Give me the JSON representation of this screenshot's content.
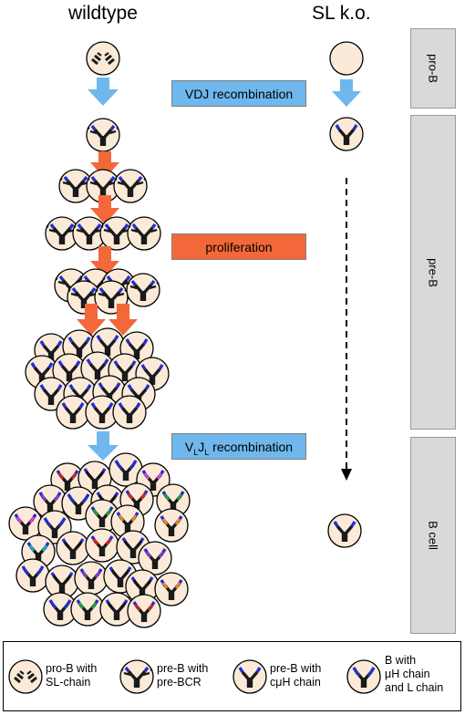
{
  "columns": {
    "wildtype": "wildtype",
    "ko": "SL k.o."
  },
  "steps": [
    {
      "label": "VDJ recombination",
      "color": "#6fb7ec"
    },
    {
      "label": "proliferation",
      "color": "#f3683a"
    },
    {
      "label_main": "V",
      "sub1": "L",
      "mid": "J",
      "sub2": "L",
      "tail": " recombination",
      "color": "#6fb7ec"
    }
  ],
  "stages": [
    {
      "label": "pro-B"
    },
    {
      "label": "pre-B"
    },
    {
      "label": "B cell"
    }
  ],
  "legend": [
    {
      "icon": "pro-b-cell-icon",
      "line1": "pro-B with",
      "line2": "SL-chain"
    },
    {
      "icon": "pre-b-bcr-cell-icon",
      "line1": "pre-B with",
      "line2": "pre-BCR"
    },
    {
      "icon": "pre-b-cmu-cell-icon",
      "line1": "pre-B with",
      "line2_pre": "c",
      "line2_mu": "μ",
      "line2_post": "H chain"
    },
    {
      "icon": "b-cell-icon",
      "line1": "B with",
      "line2_mu": "μ",
      "line2_post": "H chain",
      "line3": "and L chain"
    }
  ],
  "colors": {
    "cell_fill": "#fbead8",
    "heavy_chain": "#1a1a1a",
    "variable_region": "#1f2fd0",
    "blue_arrow": "#6fb7ec",
    "orange_arrow": "#f3683a",
    "stage_bar": "#d9d9d9"
  }
}
